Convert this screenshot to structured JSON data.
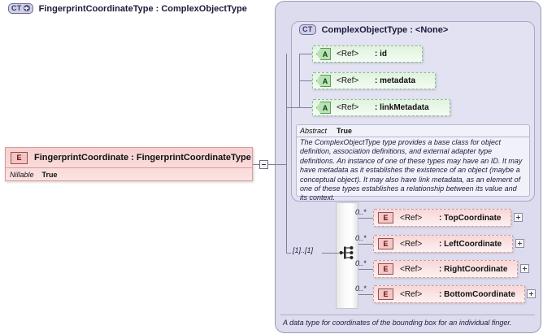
{
  "outer_type": {
    "badge": "CT",
    "badge_icon": "plus-circle-icon",
    "title": "FingerprintCoordinateType : ComplexObjectType"
  },
  "inner_type": {
    "badge": "CT",
    "title": "ComplexObjectType : <None>"
  },
  "attributes": [
    {
      "badge": "A",
      "ref": "<Ref>",
      "name": ": id"
    },
    {
      "badge": "A",
      "ref": "<Ref>",
      "name": ": metadata"
    },
    {
      "badge": "A",
      "ref": "<Ref>",
      "name": ": linkMetadata"
    }
  ],
  "documentation": {
    "abstract_label": "Abstract",
    "abstract_value": "True",
    "text": "The ComplexObjectType type provides a base class for object definition, association definitions, and external adapter type definitions. An instance of one of these types may have an ID. It may have metadata as it establishes the existence of an object (maybe a conceptual object). It may also have link metadata, as an element of one of these types establishes a relationship between its value and its context."
  },
  "root_element": {
    "badge": "E",
    "title": "FingerprintCoordinate : FingerprintCoordinateType",
    "property_label": "Nillable",
    "property_value": "True",
    "connector": "minus-box"
  },
  "compositor": {
    "type": "sequence",
    "cardinality": "[1]..[1]"
  },
  "elements": [
    {
      "badge": "E",
      "ref": "<Ref>",
      "name": ": TopCoordinate",
      "cardinality": "0..*",
      "expand": "plus-box"
    },
    {
      "badge": "E",
      "ref": "<Ref>",
      "name": ": LeftCoordinate",
      "cardinality": "0..*",
      "expand": "plus-box"
    },
    {
      "badge": "E",
      "ref": "<Ref>",
      "name": ": RightCoordinate",
      "cardinality": "0..*",
      "expand": "plus-box"
    },
    {
      "badge": "E",
      "ref": "<Ref>",
      "name": ": BottomCoordinate",
      "cardinality": "0..*",
      "expand": "plus-box"
    }
  ],
  "bottom_documentation": "A data type for coordinates of the bounding box for an individual finger.",
  "colors": {
    "panel_outer": "#dcdcee",
    "panel_inner": "#e2e2f2",
    "attribute_green": "#e9f7e7",
    "element_pink": "#fbe4e4",
    "line": "#808098"
  }
}
